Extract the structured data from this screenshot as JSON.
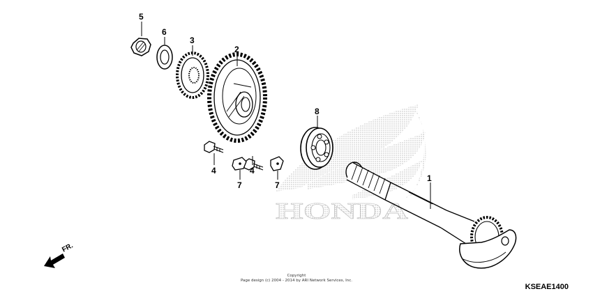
{
  "callouts": {
    "c5": "5",
    "c6": "6",
    "c3": "3",
    "c2": "2",
    "c8": "8",
    "c1": "1",
    "c4a": "4",
    "c4b": "4",
    "c7a": "7",
    "c7b": "7"
  },
  "direction_label": "FR.",
  "copyright": {
    "line1": "Copyright",
    "line2": "Page design (c) 2004 - 2014 by ARI Network Services, Inc."
  },
  "diagram_code": "KSEAE1400",
  "watermark_text": "HONDA",
  "colors": {
    "watermark": "#bdbdbd",
    "ink": "#000000"
  }
}
